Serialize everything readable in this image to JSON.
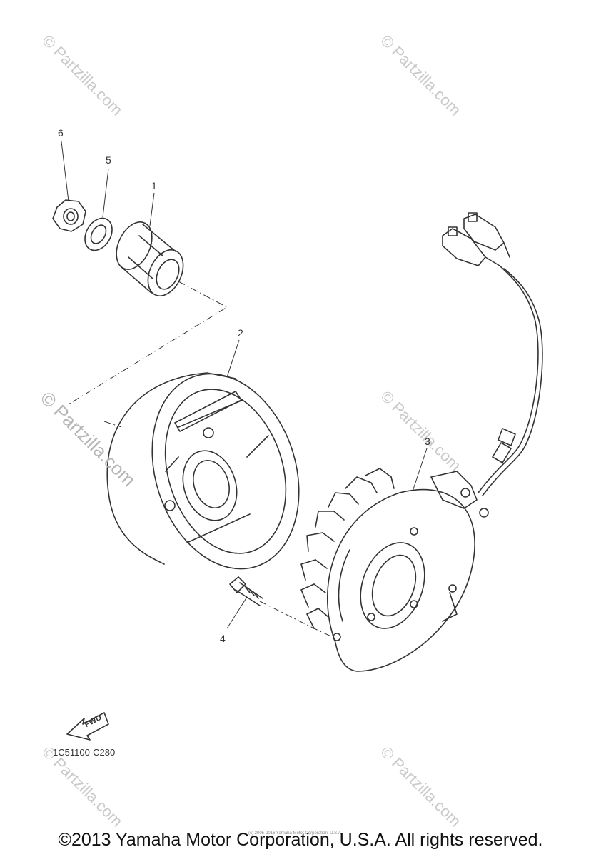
{
  "callouts": [
    {
      "id": "1",
      "label": "1"
    },
    {
      "id": "2",
      "label": "2"
    },
    {
      "id": "3",
      "label": "3"
    },
    {
      "id": "4",
      "label": "4"
    },
    {
      "id": "5",
      "label": "5"
    },
    {
      "id": "6",
      "label": "6"
    }
  ],
  "watermark": "© Partzilla.com",
  "direction_marker": "FWD",
  "part_code": "1C51100-C280",
  "small_note": "(c) 2005-2016 Yamaha Motor Corporation, U.S.A.",
  "copyright": "©2013 Yamaha Motor Corporation, U.S.A. All rights reserved."
}
